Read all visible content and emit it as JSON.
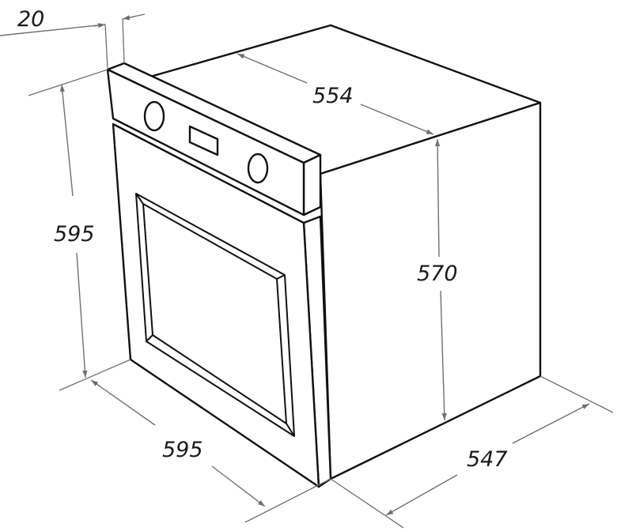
{
  "dimensions": {
    "panel_thickness": "20",
    "top_depth": "554",
    "overall_height": "595",
    "body_height": "570",
    "front_width": "595",
    "body_depth": "547"
  },
  "colors": {
    "line": "#111111",
    "dimension_line": "#6f6f6f",
    "label": "#1a1a1a"
  }
}
